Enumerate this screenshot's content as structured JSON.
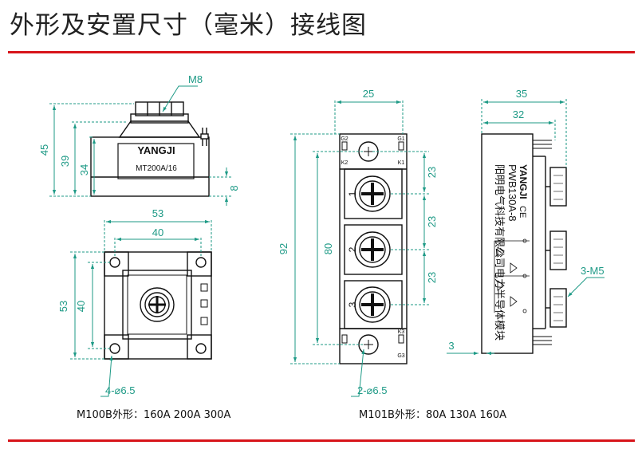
{
  "title": "外形及安置尺寸（毫米）接线图",
  "colors": {
    "accent_red": "#d7141a",
    "dimension_green": "#1e9a86",
    "outline": "#111111"
  },
  "side_view": {
    "bolt_label": "M8",
    "brand": "YANGJI",
    "model": "MT200A/16",
    "dims": [
      "45",
      "39",
      "34",
      "8"
    ]
  },
  "top_view": {
    "dims": [
      "53",
      "40",
      "53",
      "40"
    ],
    "hole_label": "4-⌀6.5",
    "caption": "M100B外形：160A 200A 300A"
  },
  "front_view": {
    "width_dim": "25",
    "height_dims": [
      "92",
      "80"
    ],
    "pitch_dims": [
      "23",
      "23",
      "23"
    ],
    "terminals": [
      "1",
      "2",
      "3"
    ],
    "pin_labels": [
      "G2",
      "K2",
      "G1",
      "K1",
      "K3",
      "G3"
    ],
    "hole_label": "2-⌀6.5",
    "caption": "M101B外形：80A 130A 160A"
  },
  "profile_view": {
    "dims": [
      "35",
      "32",
      "3"
    ],
    "screw_label": "3-M5",
    "brand": "YANGJI",
    "ce_mark": "CE",
    "part_number": "PWB130A-8",
    "company": "阳明电气科技有限公司电力半导体模块"
  }
}
